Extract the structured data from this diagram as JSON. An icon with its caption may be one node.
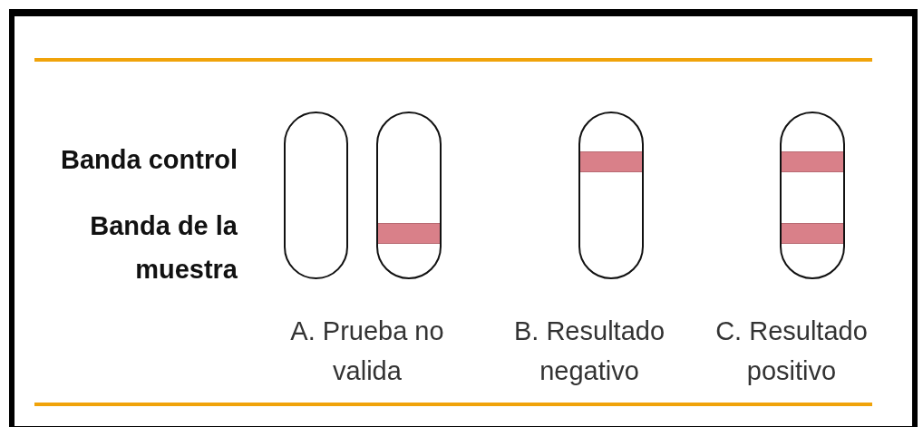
{
  "diagram": {
    "nodes": [
      {
        "text": [],
        "shape": "box"
      },
      {
        "text": [],
        "shape": "box"
      },
      {
        "text": [],
        "shape": "bar",
        "in": 1
      },
      {
        "text": [],
        "shape": "box"
      },
      {
        "text": [],
        "shape": "bar",
        "in": 3
      },
      {
        "text": [],
        "shape": "box"
      },
      {
        "text": [],
        "shape": "bar",
        "in": 5
      },
      {
        "text": [],
        "shape": "bar",
        "in": 5
      }
    ],
    "labels": [
      "Banda control",
      "Banda de la muestra",
      "A. Prueba no valida",
      "B. Resultado negativo",
      "C. Resultado positivo"
    ]
  }
}
